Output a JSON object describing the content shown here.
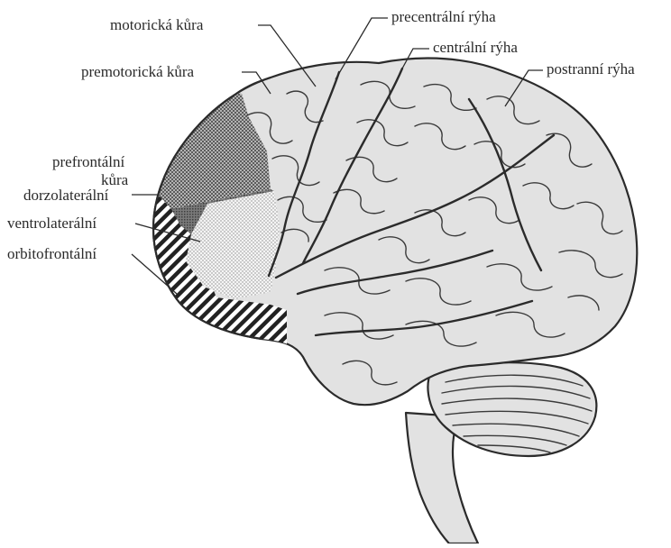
{
  "labels": {
    "motor_cortex": "motorická kůra",
    "precentral_sulcus": "precentrální rýha",
    "central_sulcus": "centrální rýha",
    "premotor_cortex": "premotorická kůra",
    "lateral_sulcus": "postranní rýha",
    "prefrontal_line1": "prefrontální",
    "prefrontal_line2": "kůra",
    "dorsolateral": "dorzolaterální",
    "ventrolateral": "ventrolaterální",
    "orbitofrontal": "orbitofrontální"
  },
  "colors": {
    "brain_fill": "#e2e2e2",
    "outline": "#2b2b2b",
    "premotor_fill": "#8c8c8c",
    "dorsolateral_fill": "#6f6f6f",
    "ventrolateral_fill": "#f2f2f2",
    "orbitofrontal_stripes": "#222222",
    "label_text": "#2a2a2a"
  }
}
